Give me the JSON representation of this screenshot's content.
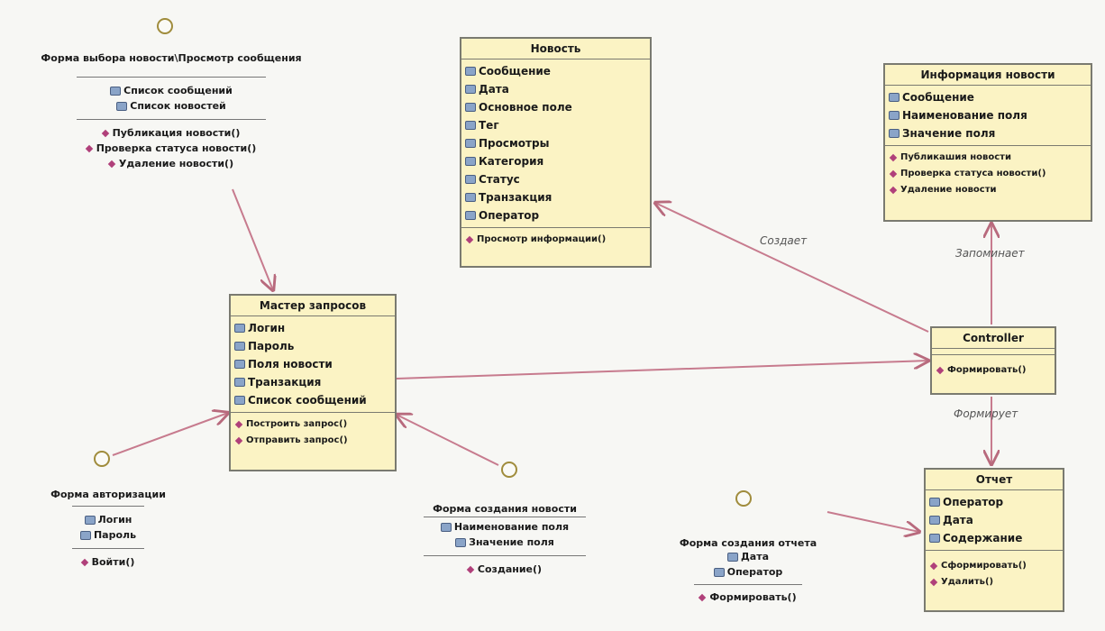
{
  "classes": {
    "news": {
      "title": "Новость",
      "attributes": [
        "Сообщение",
        "Дата",
        "Основное поле",
        "Тег",
        "Просмотры",
        "Категория",
        "Статус",
        "Транзакция",
        "Оператор"
      ],
      "operations": [
        "Просмотр информации()"
      ]
    },
    "news_info": {
      "title": "Информация новости",
      "attributes": [
        "Сообщение",
        "Наименование поля",
        "Значение поля"
      ],
      "operations": [
        "Публикашия новости",
        "Проверка статуса новости()",
        "Удаление новости"
      ]
    },
    "query_master": {
      "title": "Мастер запросов",
      "attributes": [
        "Логин",
        "Пароль",
        "Поля новости",
        "Транзакция",
        "Список сообщений"
      ],
      "operations": [
        "Построить запрос()",
        "Отправить запрос()"
      ]
    },
    "controller": {
      "title": "Controller",
      "operations": [
        "Формировать()"
      ]
    },
    "report": {
      "title": "Отчет",
      "attributes": [
        "Оператор",
        "Дата",
        "Содержание"
      ],
      "operations": [
        "Сформировать()",
        "Удалить()"
      ]
    }
  },
  "interfaces": {
    "news_select_form": {
      "name": "Форма выбора новости\\Просмотр сообщения",
      "attributes": [
        "Список сообщений",
        "Список новостей"
      ],
      "operations": [
        "Публикация новости()",
        "Проверка статуса новости()",
        "Удаление новости()"
      ]
    },
    "auth_form": {
      "name": "Форма авторизации",
      "attributes": [
        "Логин",
        "Пароль"
      ],
      "operations": [
        "Войти()"
      ]
    },
    "news_create_form": {
      "name": "Форма создания новости",
      "attributes": [
        "Наименование поля",
        "Значение поля"
      ],
      "operations": [
        "Создание()"
      ]
    },
    "report_create_form": {
      "name": "Форма создания отчета",
      "attributes": [
        "Дата",
        "Оператор"
      ],
      "operations": [
        "Формировать()"
      ]
    }
  },
  "links": {
    "creates": "Создает",
    "remembers": "Запоминает",
    "forms": "Формирует"
  },
  "colors": {
    "class_fill": "#fbf3c4",
    "class_border": "#7a7a70",
    "line": "#c77b8e",
    "attribute_icon": "#8aa4c8",
    "operation_icon": "#b0407a"
  }
}
